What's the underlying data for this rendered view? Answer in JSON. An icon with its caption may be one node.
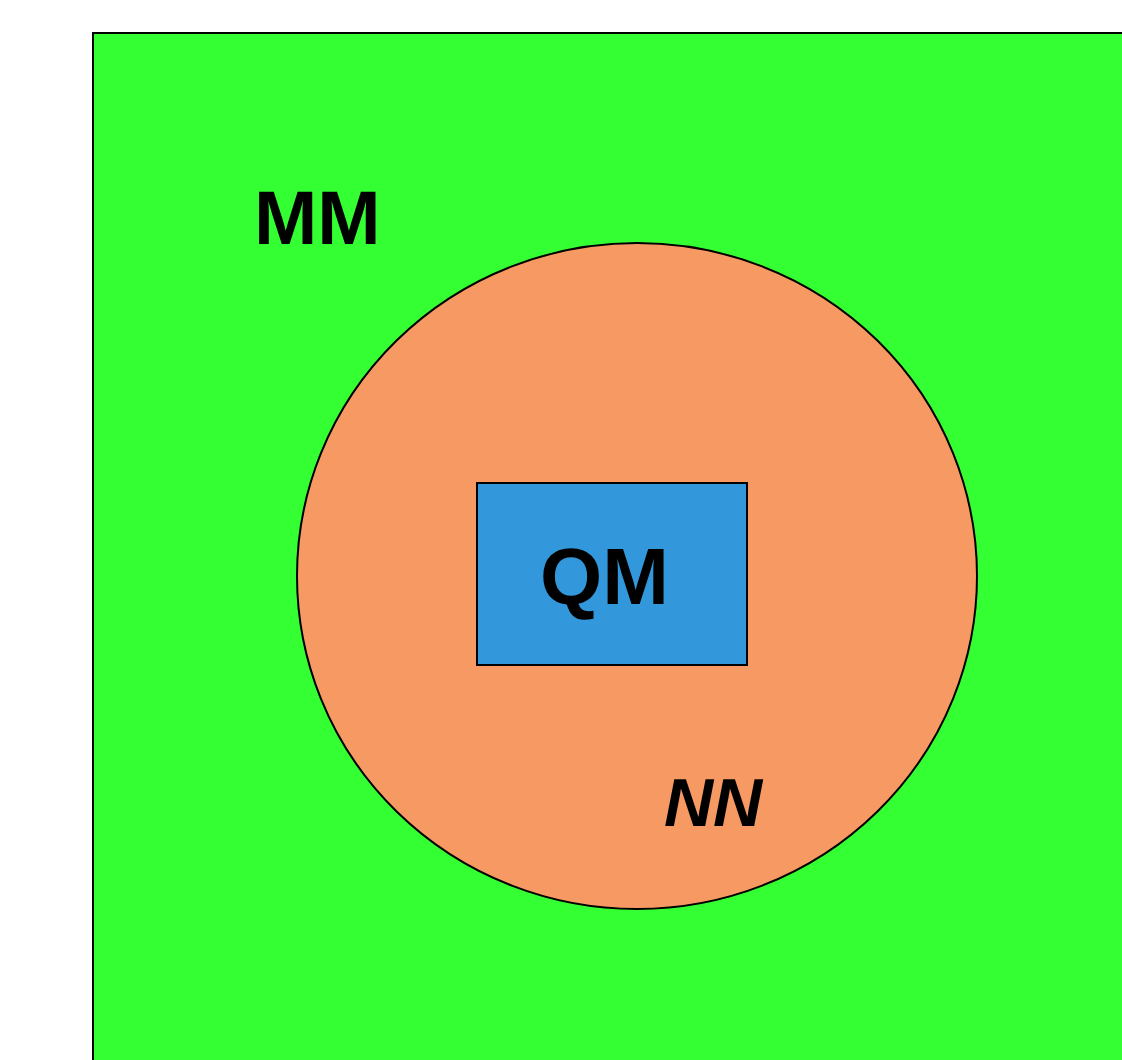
{
  "diagram": {
    "nodes": [
      {
        "text": [
          "MM"
        ]
      },
      {
        "text": [
          "NN"
        ],
        "in": 0
      },
      {
        "text": [
          "QM"
        ],
        "in": 1
      }
    ]
  }
}
